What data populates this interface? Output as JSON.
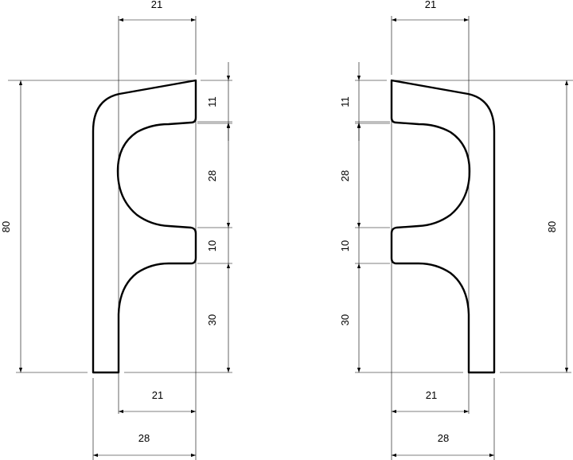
{
  "drawing": {
    "type": "technical profile drawing (mirrored pair)",
    "line_color": "#000000",
    "background": "#ffffff",
    "units": "mm"
  },
  "left_profile": {
    "dimensions": {
      "top_width": "21",
      "total_height": "80",
      "tip_height": "11",
      "upper_slot_height": "28",
      "middle_tab_height": "10",
      "lower_slot_height": "30",
      "bottom_inner_width": "21",
      "bottom_total_width": "28"
    }
  },
  "right_profile": {
    "dimensions": {
      "top_width": "21",
      "total_height": "80",
      "tip_height": "11",
      "upper_slot_height": "28",
      "middle_tab_height": "10",
      "lower_slot_height": "30",
      "bottom_inner_width": "21",
      "bottom_total_width": "28"
    }
  }
}
